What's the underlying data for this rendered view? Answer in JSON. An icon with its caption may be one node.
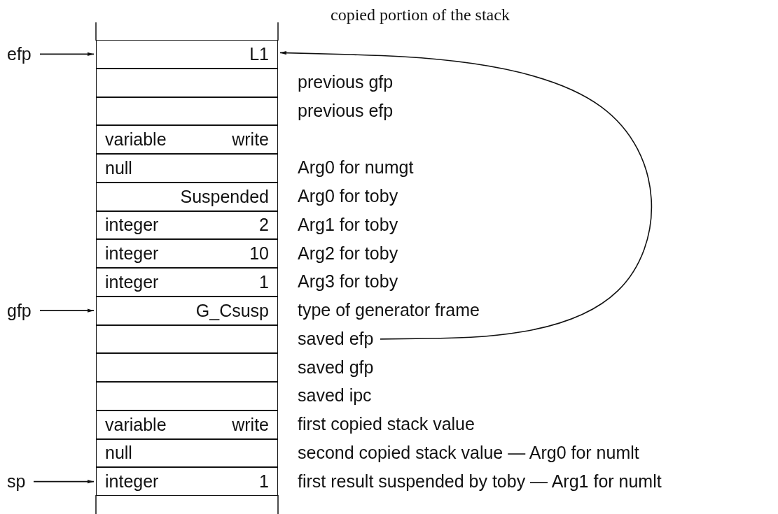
{
  "diagram": {
    "title": "copied portion of the stack",
    "nodes": [
      {
        "text": [
          "efp"
        ]
      },
      {
        "text": [
          "L1"
        ]
      },
      {
        "text": [],
        "shape": "box",
        "beside": [
          "previous gfp"
        ]
      },
      {
        "text": [],
        "shape": "box",
        "beside": [
          "previous efp"
        ]
      },
      {
        "text": [
          "variable",
          "write"
        ]
      },
      {
        "text": [
          "null"
        ],
        "beside": [
          "Arg0 for numgt"
        ]
      },
      {
        "text": [
          "Suspended"
        ],
        "beside": [
          "Arg0 for toby"
        ]
      },
      {
        "text": [
          "integer",
          "2"
        ],
        "beside": [
          "Arg1 for toby"
        ]
      },
      {
        "text": [
          "integer",
          "10"
        ],
        "beside": [
          "Arg2 for toby"
        ]
      },
      {
        "text": [
          "integer",
          "1"
        ],
        "beside": [
          "Arg3 for toby"
        ]
      },
      {
        "text": [
          "gfp"
        ]
      },
      {
        "text": [
          "G_Csusp"
        ],
        "beside": [
          "type of generator frame"
        ]
      },
      {
        "text": [],
        "shape": "box"
      },
      {
        "text": [
          "saved efp"
        ]
      },
      {
        "text": [],
        "shape": "box",
        "beside": [
          "saved gfp"
        ]
      },
      {
        "text": [],
        "shape": "box",
        "beside": [
          "saved ipc"
        ]
      },
      {
        "text": [
          "variable",
          "write"
        ],
        "beside": [
          "first copied stack value"
        ]
      },
      {
        "text": [
          "null"
        ],
        "beside": [
          "second copied stack value — Arg0 for numlt"
        ]
      },
      {
        "text": [
          "sp"
        ]
      },
      {
        "text": [
          "integer",
          "1"
        ],
        "beside": [
          "first result suspended by toby — Arg1 for numlt"
        ]
      }
    ],
    "edges": [
      {
        "from": 0,
        "to": 1,
        "arrow": "to"
      },
      {
        "from": 10,
        "to": 11,
        "arrow": "to"
      },
      {
        "from": 18,
        "to": 19,
        "arrow": "to"
      },
      {
        "from": 13,
        "to": 1,
        "arrow": "to"
      }
    ]
  }
}
